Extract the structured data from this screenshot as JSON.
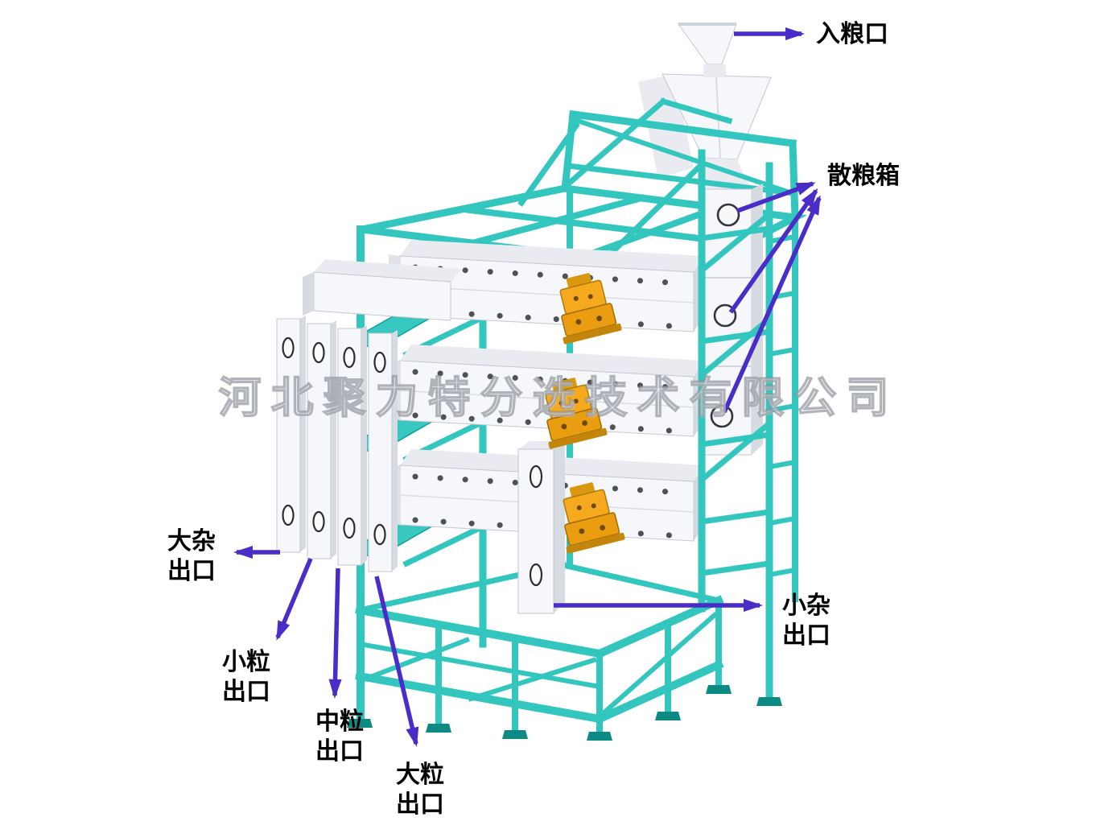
{
  "watermark": {
    "text": "河北聚力特分选技术有限公司"
  },
  "colors": {
    "background": "#ffffff",
    "frame_teal": "#33c6bf",
    "frame_teal_dark": "#13a09a",
    "machine_white": "#f6f7fa",
    "motor_orange": "#f4a91e",
    "arrow_purple": "#4a2cc9",
    "label_text": "#000000",
    "watermark_gray": "#aab0b8"
  },
  "labels": {
    "inlet": {
      "text": "入粮口"
    },
    "grain_box": {
      "text": "散粮箱"
    },
    "large_impurity_outlet": {
      "line1": "大杂",
      "line2": "出口"
    },
    "small_grain_outlet": {
      "line1": "小粒",
      "line2": "出口"
    },
    "medium_grain_outlet": {
      "line1": "中粒",
      "line2": "出口"
    },
    "large_grain_outlet": {
      "line1": "大粒",
      "line2": "出口"
    },
    "small_impurity_outlet": {
      "line1": "小杂",
      "line2": "出口"
    }
  }
}
